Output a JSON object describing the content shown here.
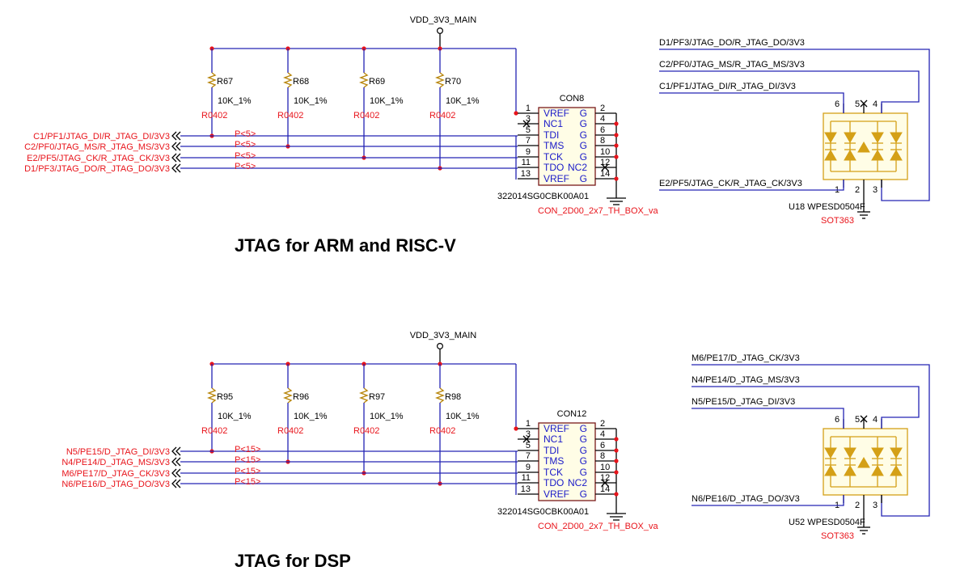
{
  "colors": {
    "net_wire": "#2424b4",
    "net_label": "#e8141b",
    "component_outline": "#7a1a1a",
    "tvs_fill": "#d4a017"
  },
  "sections": [
    {
      "title": "JTAG for ARM and RISC-V",
      "power_label": "VDD_3V3_MAIN",
      "resistors": [
        {
          "ref": "R67",
          "value": "10K_1%",
          "pkg": "R0402"
        },
        {
          "ref": "R68",
          "value": "10K_1%",
          "pkg": "R0402"
        },
        {
          "ref": "R69",
          "value": "10K_1%",
          "pkg": "R0402"
        },
        {
          "ref": "R70",
          "value": "10K_1%",
          "pkg": "R0402"
        }
      ],
      "ports": [
        {
          "name": "C1/PF1/JTAG_DI/R_JTAG_DI/3V3",
          "page": "P<5>"
        },
        {
          "name": "C2/PF0/JTAG_MS/R_JTAG_MS/3V3",
          "page": "P<5>"
        },
        {
          "name": "E2/PF5/JTAG_CK/R_JTAG_CK/3V3",
          "page": "P<5>"
        },
        {
          "name": "D1/PF3/JTAG_DO/R_JTAG_DO/3V3",
          "page": "P<5>"
        }
      ],
      "connector": {
        "ref": "CON8",
        "part": "322014SG0CBK00A01",
        "footprint": "CON_2D00_2x7_TH_BOX_va",
        "left_pins": [
          "1",
          "3",
          "5",
          "7",
          "9",
          "11",
          "13"
        ],
        "right_pins": [
          "2",
          "4",
          "6",
          "8",
          "10",
          "12",
          "14"
        ],
        "left_names": [
          "VREF",
          "NC1",
          "TDI",
          "TMS",
          "TCK",
          "TDO",
          "VREF"
        ],
        "right_names": [
          "G",
          "G",
          "G",
          "G",
          "G",
          "NC2",
          "G"
        ]
      },
      "tvs": {
        "ref": "U18 WPESD0504F",
        "pkg": "SOT363",
        "top_pins": [
          "6",
          "5",
          "4"
        ],
        "bottom_pins": [
          "1",
          "2",
          "3"
        ],
        "top_nets": [
          "D1/PF3/JTAG_DO/R_JTAG_DO/3V3",
          "C2/PF0/JTAG_MS/R_JTAG_MS/3V3",
          "C1/PF1/JTAG_DI/R_JTAG_DI/3V3"
        ],
        "bottom_net": "E2/PF5/JTAG_CK/R_JTAG_CK/3V3"
      }
    },
    {
      "title": "JTAG for DSP",
      "power_label": "VDD_3V3_MAIN",
      "resistors": [
        {
          "ref": "R95",
          "value": "10K_1%",
          "pkg": "R0402"
        },
        {
          "ref": "R96",
          "value": "10K_1%",
          "pkg": "R0402"
        },
        {
          "ref": "R97",
          "value": "10K_1%",
          "pkg": "R0402"
        },
        {
          "ref": "R98",
          "value": "10K_1%",
          "pkg": "R0402"
        }
      ],
      "ports": [
        {
          "name": "N5/PE15/D_JTAG_DI/3V3",
          "page": "P<15>"
        },
        {
          "name": "N4/PE14/D_JTAG_MS/3V3",
          "page": "P<15>"
        },
        {
          "name": "M6/PE17/D_JTAG_CK/3V3",
          "page": "P<15>"
        },
        {
          "name": "N6/PE16/D_JTAG_DO/3V3",
          "page": "P<15>"
        }
      ],
      "connector": {
        "ref": "CON12",
        "part": "322014SG0CBK00A01",
        "footprint": "CON_2D00_2x7_TH_BOX_va",
        "left_pins": [
          "1",
          "3",
          "5",
          "7",
          "9",
          "11",
          "13"
        ],
        "right_pins": [
          "2",
          "4",
          "6",
          "8",
          "10",
          "12",
          "14"
        ],
        "left_names": [
          "VREF",
          "NC1",
          "TDI",
          "TMS",
          "TCK",
          "TDO",
          "VREF"
        ],
        "right_names": [
          "G",
          "G",
          "G",
          "G",
          "G",
          "NC2",
          "G"
        ]
      },
      "tvs": {
        "ref": "U52 WPESD0504F",
        "pkg": "SOT363",
        "top_pins": [
          "6",
          "5",
          "4"
        ],
        "bottom_pins": [
          "1",
          "2",
          "3"
        ],
        "top_nets": [
          "M6/PE17/D_JTAG_CK/3V3",
          "N4/PE14/D_JTAG_MS/3V3",
          "N5/PE15/D_JTAG_DI/3V3"
        ],
        "bottom_net": "N6/PE16/D_JTAG_DO/3V3"
      }
    }
  ]
}
